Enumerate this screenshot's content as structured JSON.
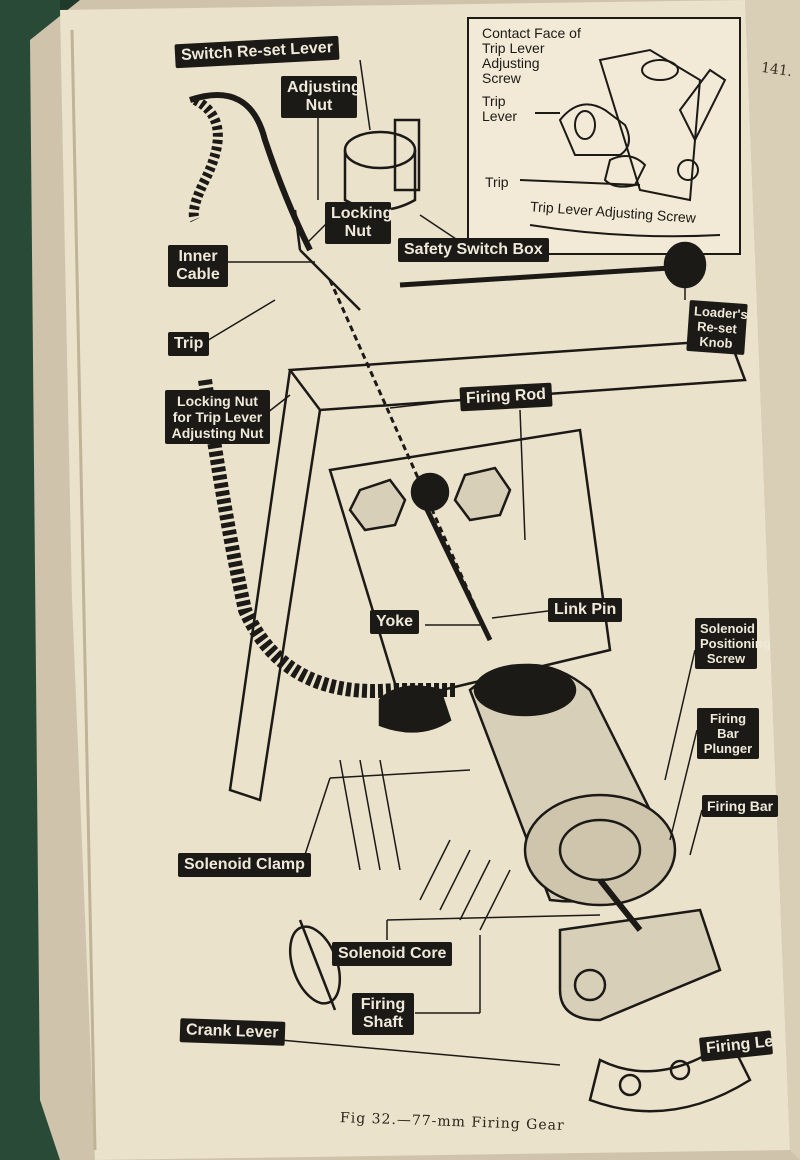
{
  "page": {
    "number": "141.",
    "caption": "Fig 32.—77-mm Firing Gear"
  },
  "inset": {
    "contact_face": "Contact Face of\nTrip Lever\nAdjusting\nScrew",
    "trip_lever": "Trip\nLever",
    "trip": "Trip",
    "adjusting_screw": "Trip Lever Adjusting Screw"
  },
  "labels": {
    "switch_reset_lever": "Switch Re-set Lever",
    "adjusting_nut": "Adjusting\nNut",
    "locking_nut": "Locking\nNut",
    "inner_cable": "Inner\nCable",
    "safety_switch_box": "Safety Switch Box",
    "trip": "Trip",
    "loaders_reset_knob": "Loader's\nRe-set Knob",
    "locking_nut_trip": "Locking Nut\nfor Trip Lever\nAdjusting Nut",
    "firing_rod": "Firing Rod",
    "yoke": "Yoke",
    "link_pin": "Link Pin",
    "solenoid_positioning_screw": "Solenoid\nPositioning\nScrew",
    "firing_bar_plunger": "Firing Bar\nPlunger",
    "firing_bar": "Firing Bar",
    "solenoid_clamp": "Solenoid Clamp",
    "solenoid_core": "Solenoid Core",
    "firing_shaft": "Firing\nShaft",
    "crank_lever": "Crank Lever",
    "firing_lever": "Firing Lever"
  },
  "colors": {
    "paper": "#ebe2cc",
    "ink": "#1c1a17",
    "label_text": "#efe9da",
    "background": "#1f3a2a"
  }
}
